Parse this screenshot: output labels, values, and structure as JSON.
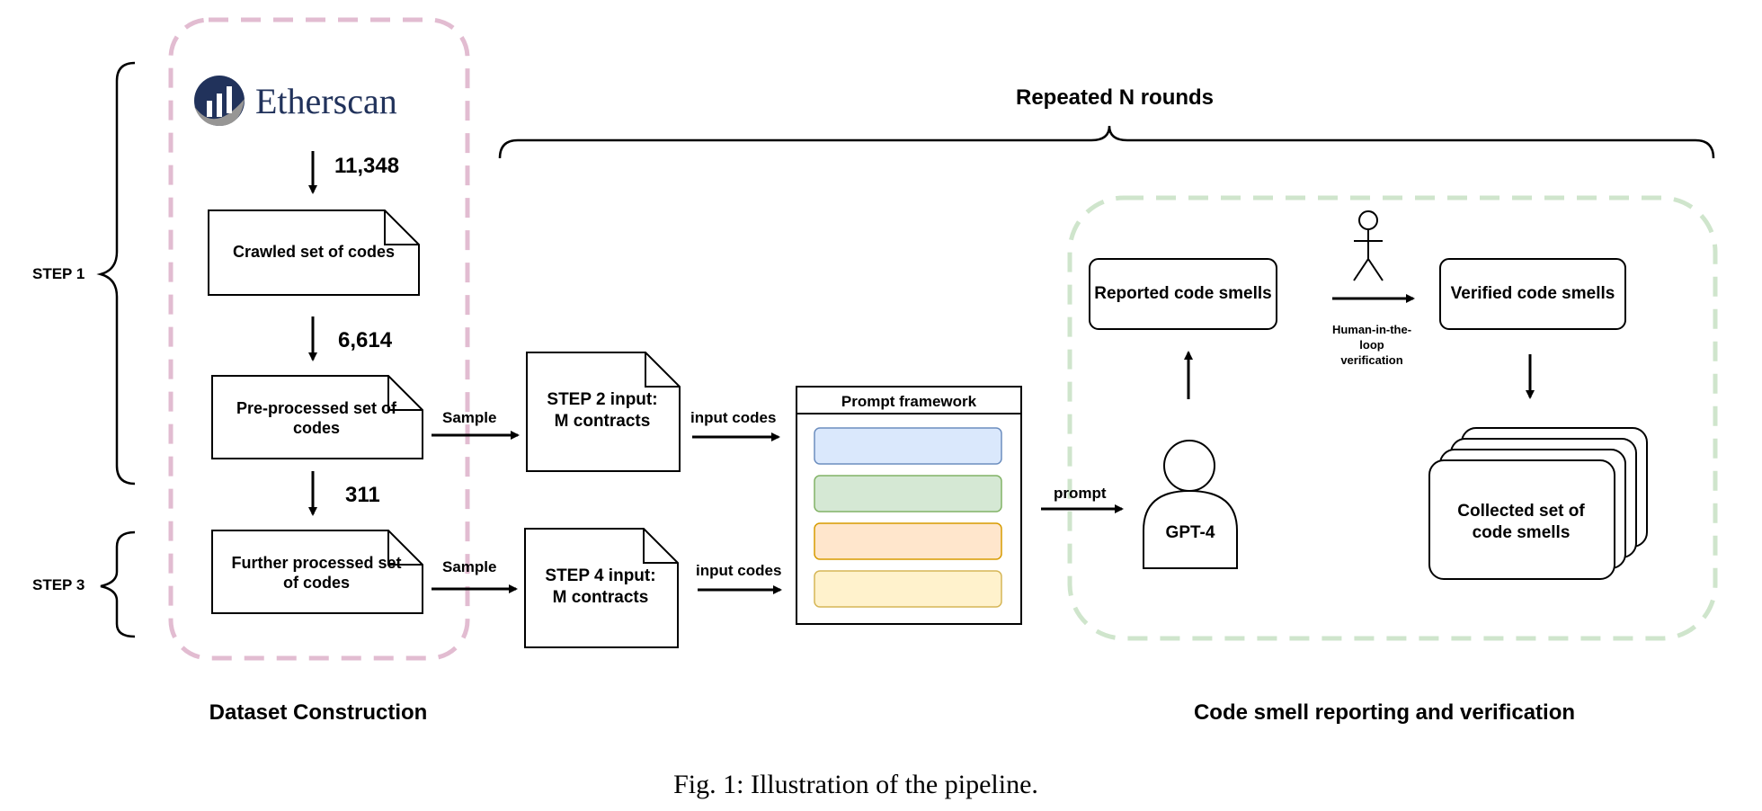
{
  "logo": {
    "text": "Etherscan"
  },
  "steps": {
    "step1": "STEP 1",
    "step3": "STEP 3"
  },
  "counts": {
    "c1": "11,348",
    "c2": "6,614",
    "c3": "311"
  },
  "docs": {
    "crawled": "Crawled set of codes",
    "preprocessed": [
      "Pre-processed set of",
      "codes"
    ],
    "further": [
      "Further processed set",
      "of codes"
    ]
  },
  "labels": {
    "sample1": "Sample",
    "sample2": "Sample",
    "input_codes1": "input codes",
    "input_codes2": "input codes",
    "prompt": "prompt"
  },
  "inputs": {
    "step2": [
      "STEP 2 input:",
      "M contracts"
    ],
    "step4": [
      "STEP 4 input:",
      "M contracts"
    ]
  },
  "prompt_framework": {
    "title": "Prompt framework",
    "bar_colors": [
      {
        "fill": "#dae8fc",
        "stroke": "#6c8ebf"
      },
      {
        "fill": "#d5e8d4",
        "stroke": "#82b366"
      },
      {
        "fill": "#ffe6cc",
        "stroke": "#d79b00"
      },
      {
        "fill": "#fff2cc",
        "stroke": "#d6b656"
      }
    ]
  },
  "repeated": "Repeated N rounds",
  "gpt": "GPT-4",
  "reported": "Reported code smells",
  "verified": "Verified code smells",
  "human_loop": [
    "Human-in-the-",
    "loop",
    "verification"
  ],
  "collected": [
    "Collected set of",
    "code smells"
  ],
  "section_titles": {
    "left": "Dataset Construction",
    "right": "Code smell reporting and verification"
  },
  "caption": "Fig. 1: Illustration of the pipeline.",
  "colors": {
    "pink_dash": "#e2bcd1",
    "green_dash": "#cfe5cc",
    "logo_blue": "#21325b",
    "logo_gray": "#979695"
  }
}
